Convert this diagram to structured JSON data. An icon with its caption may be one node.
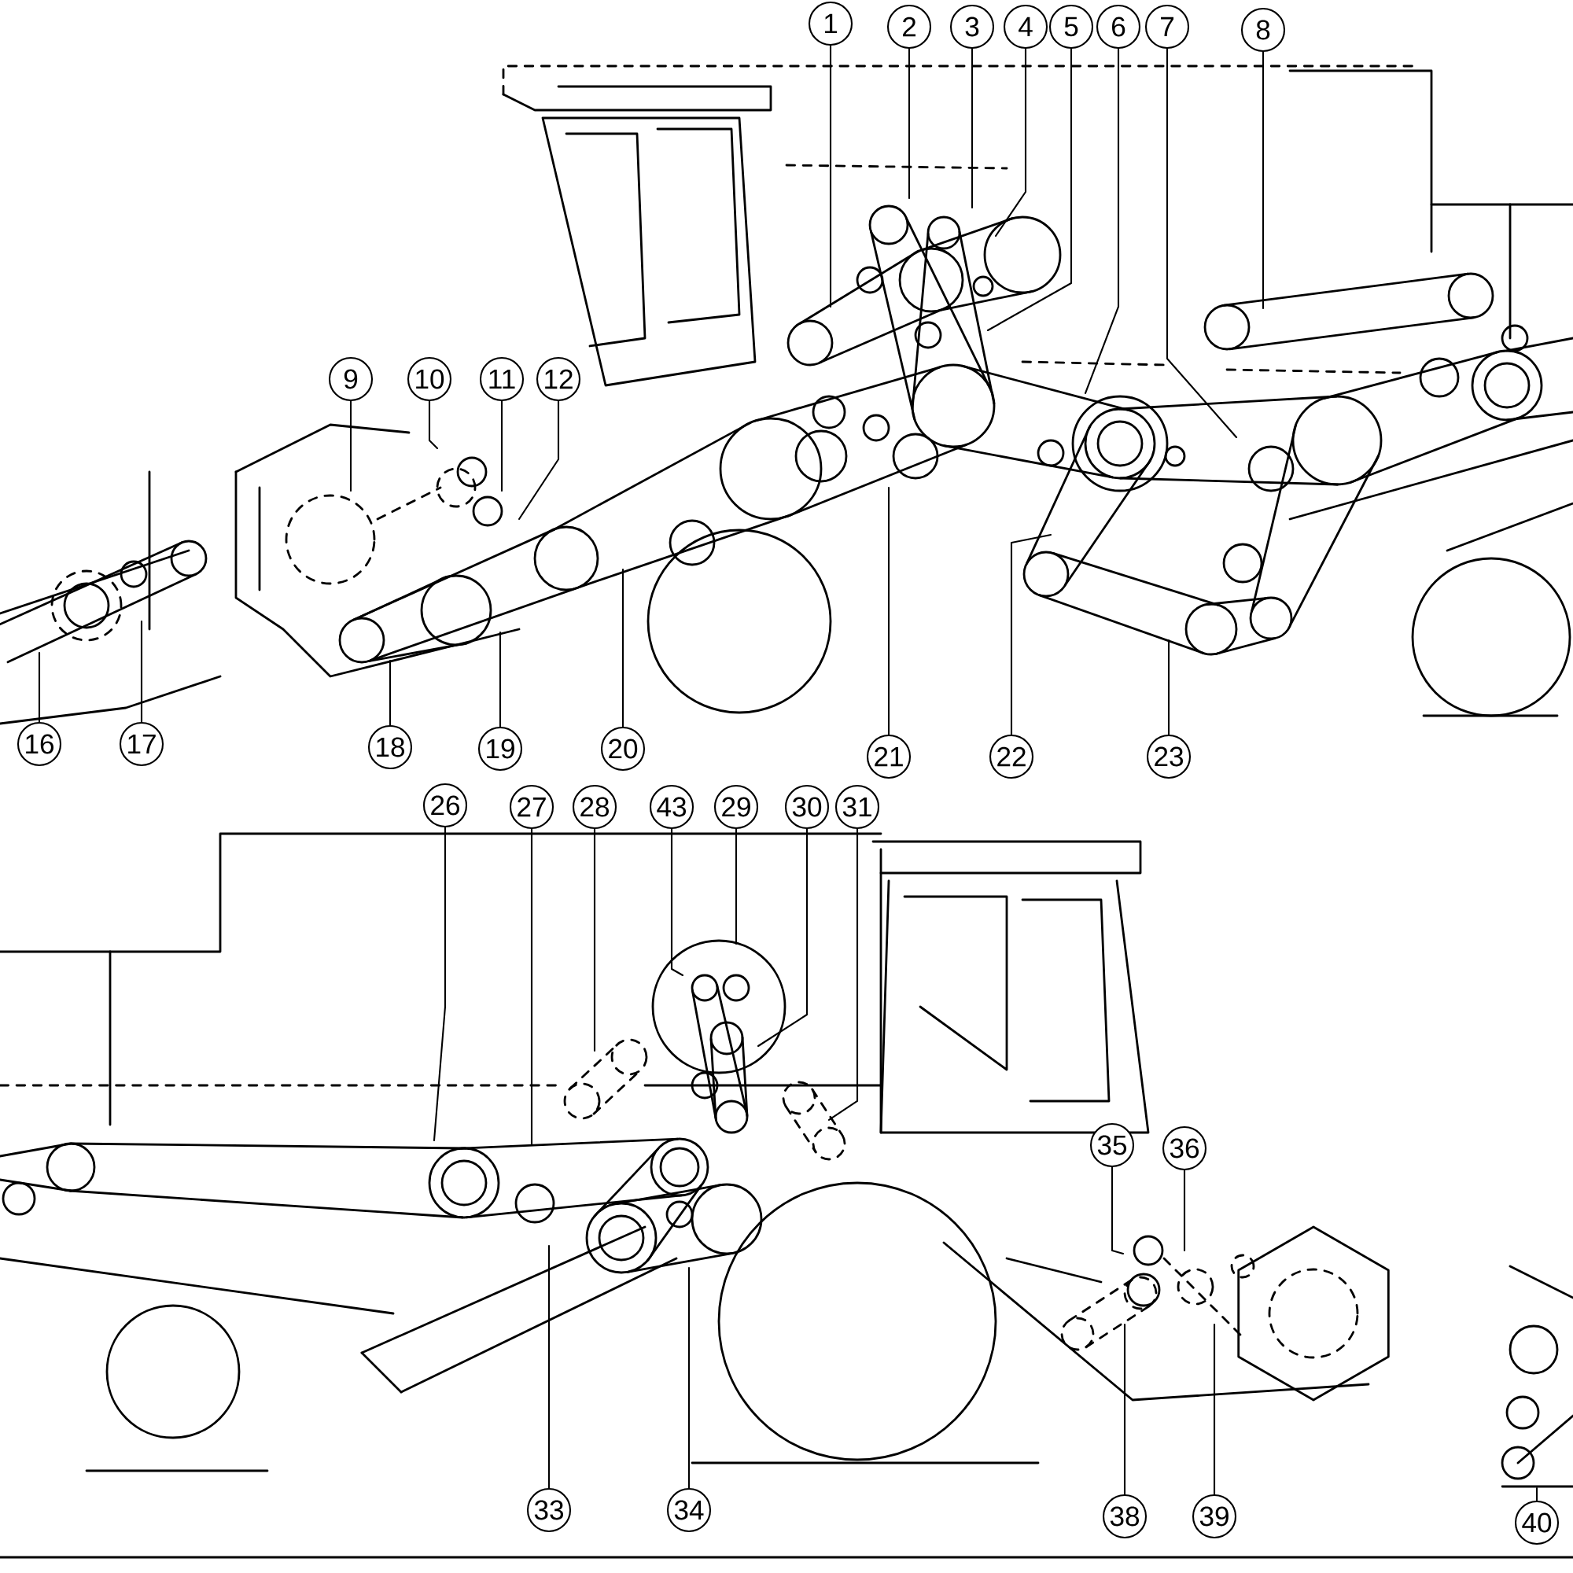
{
  "diagram": {
    "nodes": [
      {
        "text": [
          "1"
        ]
      },
      {
        "text": [
          "2"
        ]
      },
      {
        "text": [
          "3"
        ]
      },
      {
        "text": [
          "4"
        ]
      },
      {
        "text": [
          "5"
        ]
      },
      {
        "text": [
          "6"
        ]
      },
      {
        "text": [
          "7"
        ]
      },
      {
        "text": [
          "8"
        ]
      },
      {
        "text": [
          "9"
        ]
      },
      {
        "text": [
          "10"
        ]
      },
      {
        "text": [
          "11"
        ]
      },
      {
        "text": [
          "12"
        ]
      },
      {
        "text": [
          "16"
        ]
      },
      {
        "text": [
          "17"
        ]
      },
      {
        "text": [
          "18"
        ]
      },
      {
        "text": [
          "19"
        ]
      },
      {
        "text": [
          "20"
        ]
      },
      {
        "text": [
          "21"
        ]
      },
      {
        "text": [
          "22"
        ]
      },
      {
        "text": [
          "23"
        ]
      },
      {
        "text": [
          "26"
        ]
      },
      {
        "text": [
          "27"
        ]
      },
      {
        "text": [
          "28"
        ]
      },
      {
        "text": [
          "43"
        ]
      },
      {
        "text": [
          "29"
        ]
      },
      {
        "text": [
          "30"
        ]
      },
      {
        "text": [
          "31"
        ]
      },
      {
        "text": [
          "35"
        ]
      },
      {
        "text": [
          "36"
        ]
      },
      {
        "text": [
          "33"
        ]
      },
      {
        "text": [
          "34"
        ]
      },
      {
        "text": [
          "38"
        ]
      },
      {
        "text": [
          "39"
        ]
      },
      {
        "text": [
          "40"
        ]
      }
    ],
    "edges": [
      {
        "from": 0,
        "to": null,
        "arrow": "none"
      },
      {
        "from": 1,
        "to": null,
        "arrow": "none"
      },
      {
        "from": 2,
        "to": null,
        "arrow": "none"
      },
      {
        "from": 3,
        "to": null,
        "arrow": "none"
      },
      {
        "from": 4,
        "to": null,
        "arrow": "none"
      },
      {
        "from": 5,
        "to": null,
        "arrow": "none"
      },
      {
        "from": 6,
        "to": null,
        "arrow": "none"
      },
      {
        "from": 7,
        "to": null,
        "arrow": "none"
      },
      {
        "from": 8,
        "to": null,
        "arrow": "none"
      },
      {
        "from": 9,
        "to": null,
        "arrow": "none"
      },
      {
        "from": 10,
        "to": null,
        "arrow": "none"
      },
      {
        "from": 11,
        "to": null,
        "arrow": "none"
      },
      {
        "from": 12,
        "to": null,
        "arrow": "none"
      },
      {
        "from": 13,
        "to": null,
        "arrow": "none"
      },
      {
        "from": 14,
        "to": null,
        "arrow": "none"
      },
      {
        "from": 15,
        "to": null,
        "arrow": "none"
      },
      {
        "from": 16,
        "to": null,
        "arrow": "none"
      },
      {
        "from": 17,
        "to": null,
        "arrow": "none"
      },
      {
        "from": 18,
        "to": null,
        "arrow": "none"
      },
      {
        "from": 19,
        "to": null,
        "arrow": "none"
      },
      {
        "from": 20,
        "to": null,
        "arrow": "none"
      },
      {
        "from": 21,
        "to": null,
        "arrow": "none"
      },
      {
        "from": 22,
        "to": null,
        "arrow": "none"
      },
      {
        "from": 23,
        "to": null,
        "arrow": "none"
      },
      {
        "from": 24,
        "to": null,
        "arrow": "none"
      },
      {
        "from": 25,
        "to": null,
        "arrow": "none"
      },
      {
        "from": 26,
        "to": null,
        "arrow": "none"
      },
      {
        "from": 27,
        "to": null,
        "arrow": "none"
      },
      {
        "from": 28,
        "to": null,
        "arrow": "none"
      },
      {
        "from": 29,
        "to": null,
        "arrow": "none"
      },
      {
        "from": 30,
        "to": null,
        "arrow": "none"
      },
      {
        "from": 31,
        "to": null,
        "arrow": "none"
      },
      {
        "from": 32,
        "to": null,
        "arrow": "none"
      },
      {
        "from": 33,
        "to": null,
        "arrow": "none"
      }
    ]
  }
}
